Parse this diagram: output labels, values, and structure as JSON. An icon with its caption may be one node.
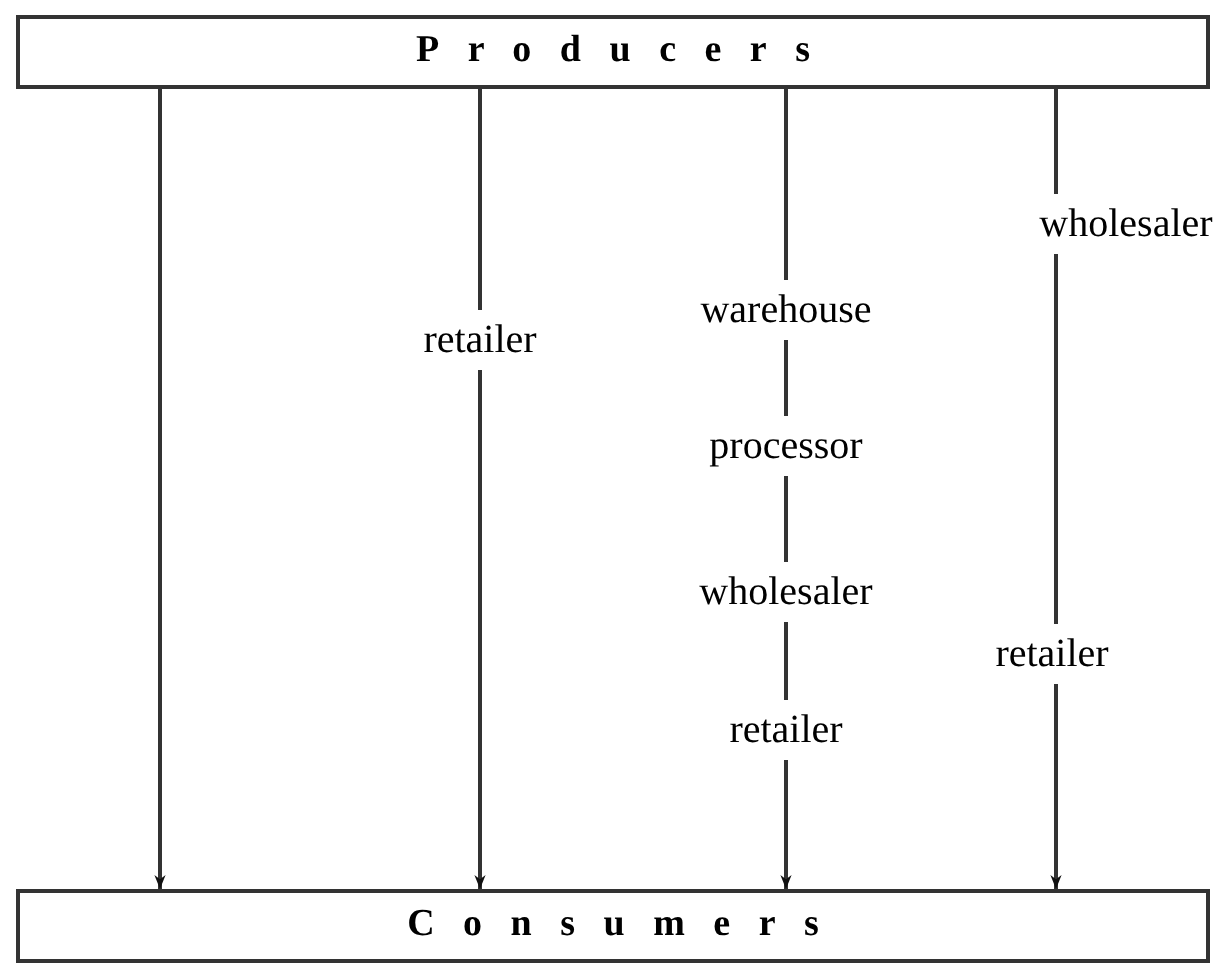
{
  "diagram": {
    "nodes": [
      {
        "text": [
          "Producers"
        ]
      },
      {
        "text": [
          "Consumers"
        ]
      },
      {
        "text": [
          "retailer"
        ]
      },
      {
        "text": [
          "warehouse"
        ]
      },
      {
        "text": [
          "processor"
        ]
      },
      {
        "text": [
          "wholesaler"
        ]
      },
      {
        "text": [
          "retailer"
        ]
      },
      {
        "text": [
          "wholesaler"
        ]
      },
      {
        "text": [
          "retailer"
        ]
      }
    ],
    "edges": [
      {
        "from": 0,
        "to": 1,
        "arrow": "to"
      },
      {
        "from": 0,
        "to": 2,
        "arrow": "none"
      },
      {
        "from": 2,
        "to": 1,
        "arrow": "to"
      },
      {
        "from": 0,
        "to": 3,
        "arrow": "none"
      },
      {
        "from": 3,
        "to": 4,
        "arrow": "none"
      },
      {
        "from": 4,
        "to": 5,
        "arrow": "none"
      },
      {
        "from": 5,
        "to": 6,
        "arrow": "none"
      },
      {
        "from": 6,
        "to": 1,
        "arrow": "to"
      },
      {
        "from": 0,
        "to": 7,
        "arrow": "none"
      },
      {
        "from": 7,
        "to": 8,
        "arrow": "none"
      },
      {
        "from": 8,
        "to": 1,
        "arrow": "to"
      }
    ]
  }
}
